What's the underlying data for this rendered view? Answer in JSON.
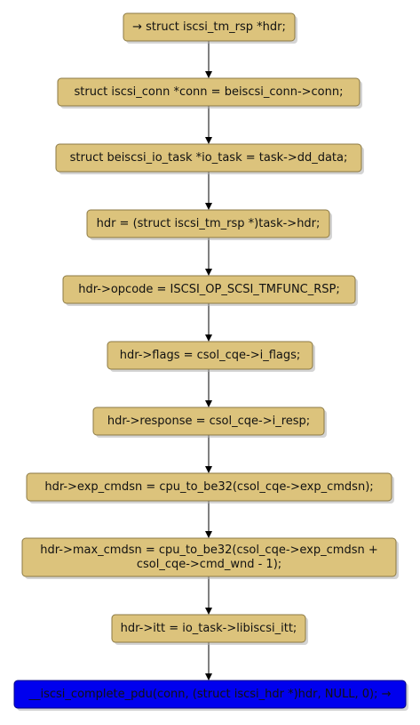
{
  "diagram": {
    "nodes": [
      {
        "id": "n1",
        "lines": [
          "→ struct iscsi_tm_rsp *hdr;"
        ]
      },
      {
        "id": "n2",
        "lines": [
          "struct iscsi_conn *conn = beiscsi_conn->conn;"
        ]
      },
      {
        "id": "n3",
        "lines": [
          "struct beiscsi_io_task *io_task = task->dd_data;"
        ]
      },
      {
        "id": "n4",
        "lines": [
          "hdr = (struct iscsi_tm_rsp *)task->hdr;"
        ]
      },
      {
        "id": "n5",
        "lines": [
          "hdr->opcode = ISCSI_OP_SCSI_TMFUNC_RSP;"
        ]
      },
      {
        "id": "n6",
        "lines": [
          "hdr->flags = csol_cqe->i_flags;"
        ]
      },
      {
        "id": "n7",
        "lines": [
          "hdr->response = csol_cqe->i_resp;"
        ]
      },
      {
        "id": "n8",
        "lines": [
          "hdr->exp_cmdsn = cpu_to_be32(csol_cqe->exp_cmdsn);"
        ]
      },
      {
        "id": "n9",
        "lines": [
          "hdr->max_cmdsn = cpu_to_be32(csol_cqe->exp_cmdsn +",
          "csol_cqe->cmd_wnd - 1);"
        ]
      },
      {
        "id": "n10",
        "lines": [
          "hdr->itt = io_task->libiscsi_itt;"
        ]
      },
      {
        "id": "n11",
        "lines": [
          "__iscsi_complete_pdu(conn, (struct iscsi_hdr *)hdr, NULL, 0); →"
        ],
        "highlight": true
      }
    ],
    "edges": [
      [
        "n1",
        "n2"
      ],
      [
        "n2",
        "n3"
      ],
      [
        "n3",
        "n4"
      ],
      [
        "n4",
        "n5"
      ],
      [
        "n5",
        "n6"
      ],
      [
        "n6",
        "n7"
      ],
      [
        "n7",
        "n8"
      ],
      [
        "n8",
        "n9"
      ],
      [
        "n9",
        "n10"
      ],
      [
        "n10",
        "n11"
      ]
    ],
    "colors": {
      "node_fill": "#dcc37c",
      "node_border": "#8c7a45",
      "highlight_fill": "#0000ee",
      "arrow": "#000000"
    }
  }
}
